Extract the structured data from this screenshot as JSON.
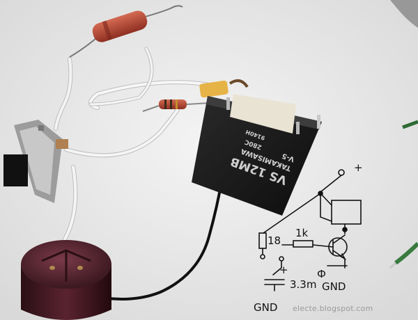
{
  "relay": {
    "model": "VS 12MB",
    "maker": "TAKAMISAWA",
    "code": "V-5",
    "rating": "280C",
    "batch": "9140H"
  },
  "schematic": {
    "plus": "+",
    "r1": "18",
    "r2": "1k",
    "cap_plus": "+",
    "cap": "3.3m",
    "cap_unit": "Ф",
    "gnd_right": "GND",
    "gnd_left": "GND"
  },
  "watermark": "electe.blogspot.com"
}
